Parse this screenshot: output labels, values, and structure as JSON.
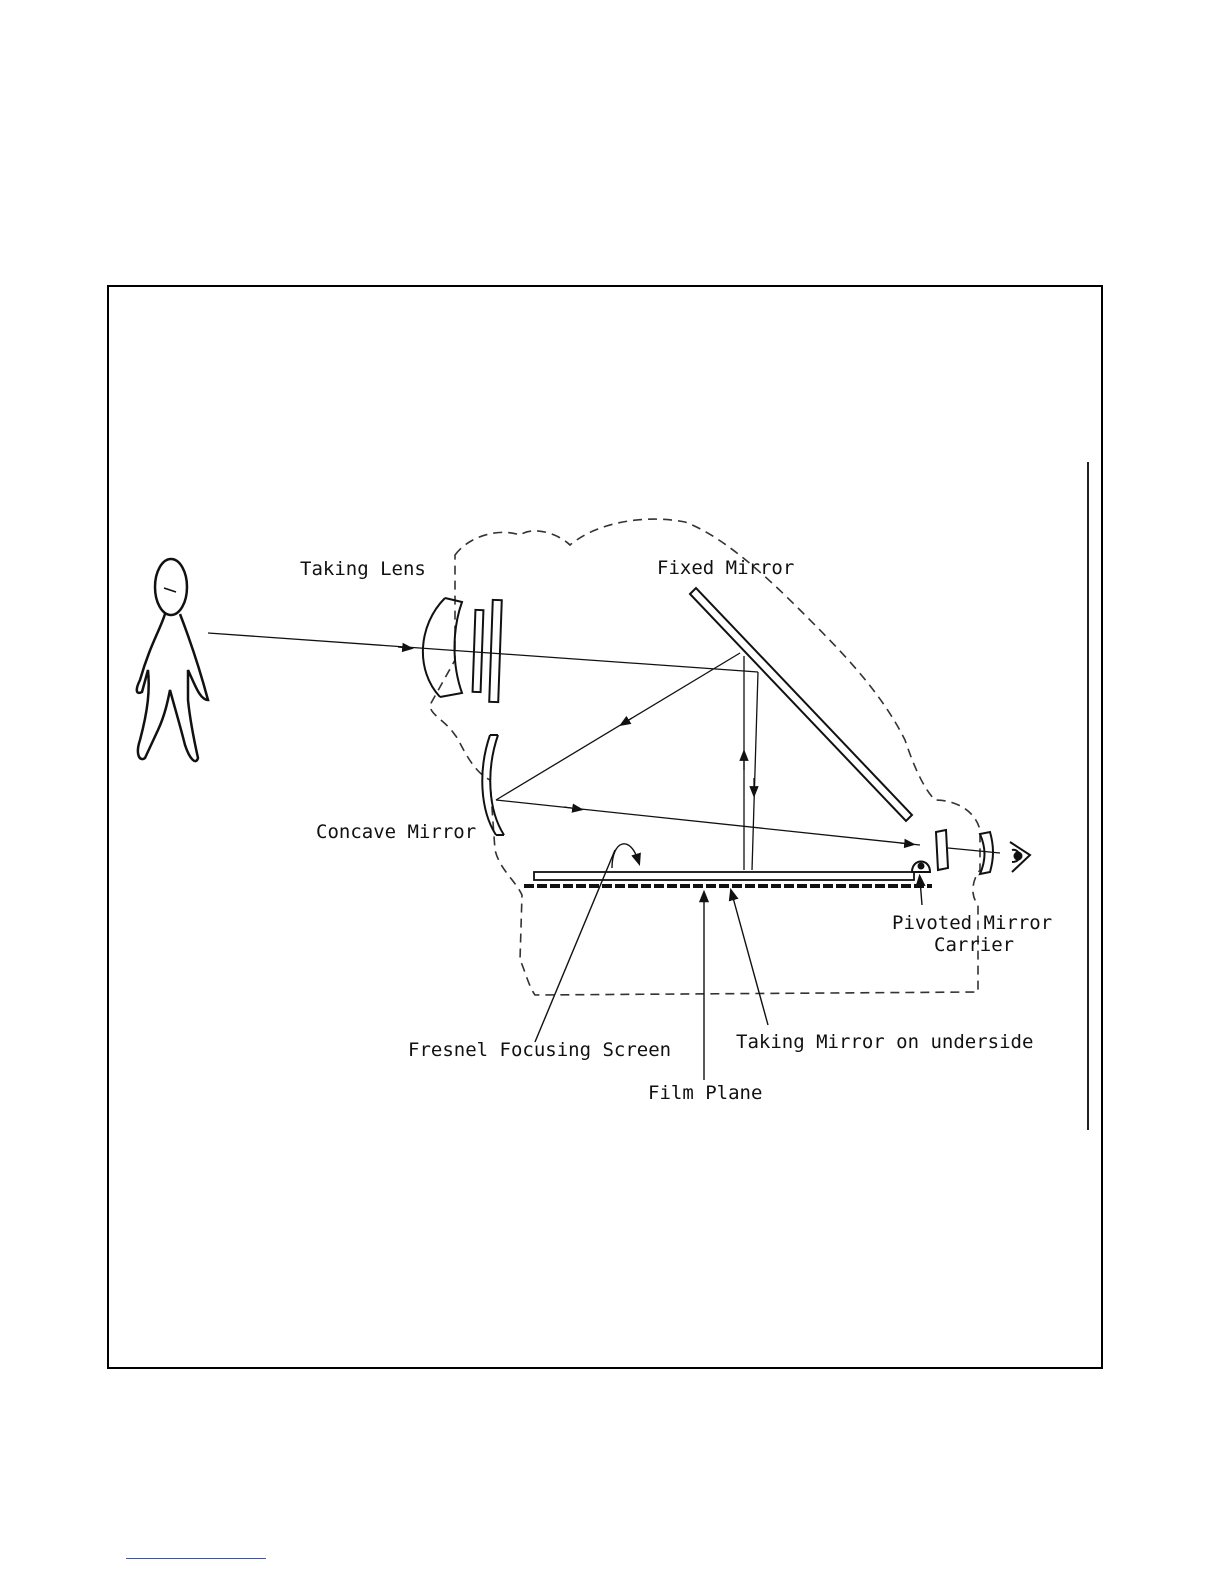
{
  "diagram": {
    "labels": {
      "taking_lens": "Taking Lens",
      "fixed_mirror": "Fixed Mirror",
      "concave_mirror": "Concave Mirror",
      "pivoted_mirror_carrier_line1": "Pivoted Mirror",
      "pivoted_mirror_carrier_line2": "Carrier",
      "fresnel_focusing_screen": "Fresnel Focusing Screen",
      "taking_mirror_underside": "Taking Mirror on underside",
      "film_plane": "Film Plane"
    },
    "colors": {
      "ink": "#111111",
      "background": "#ffffff"
    }
  }
}
